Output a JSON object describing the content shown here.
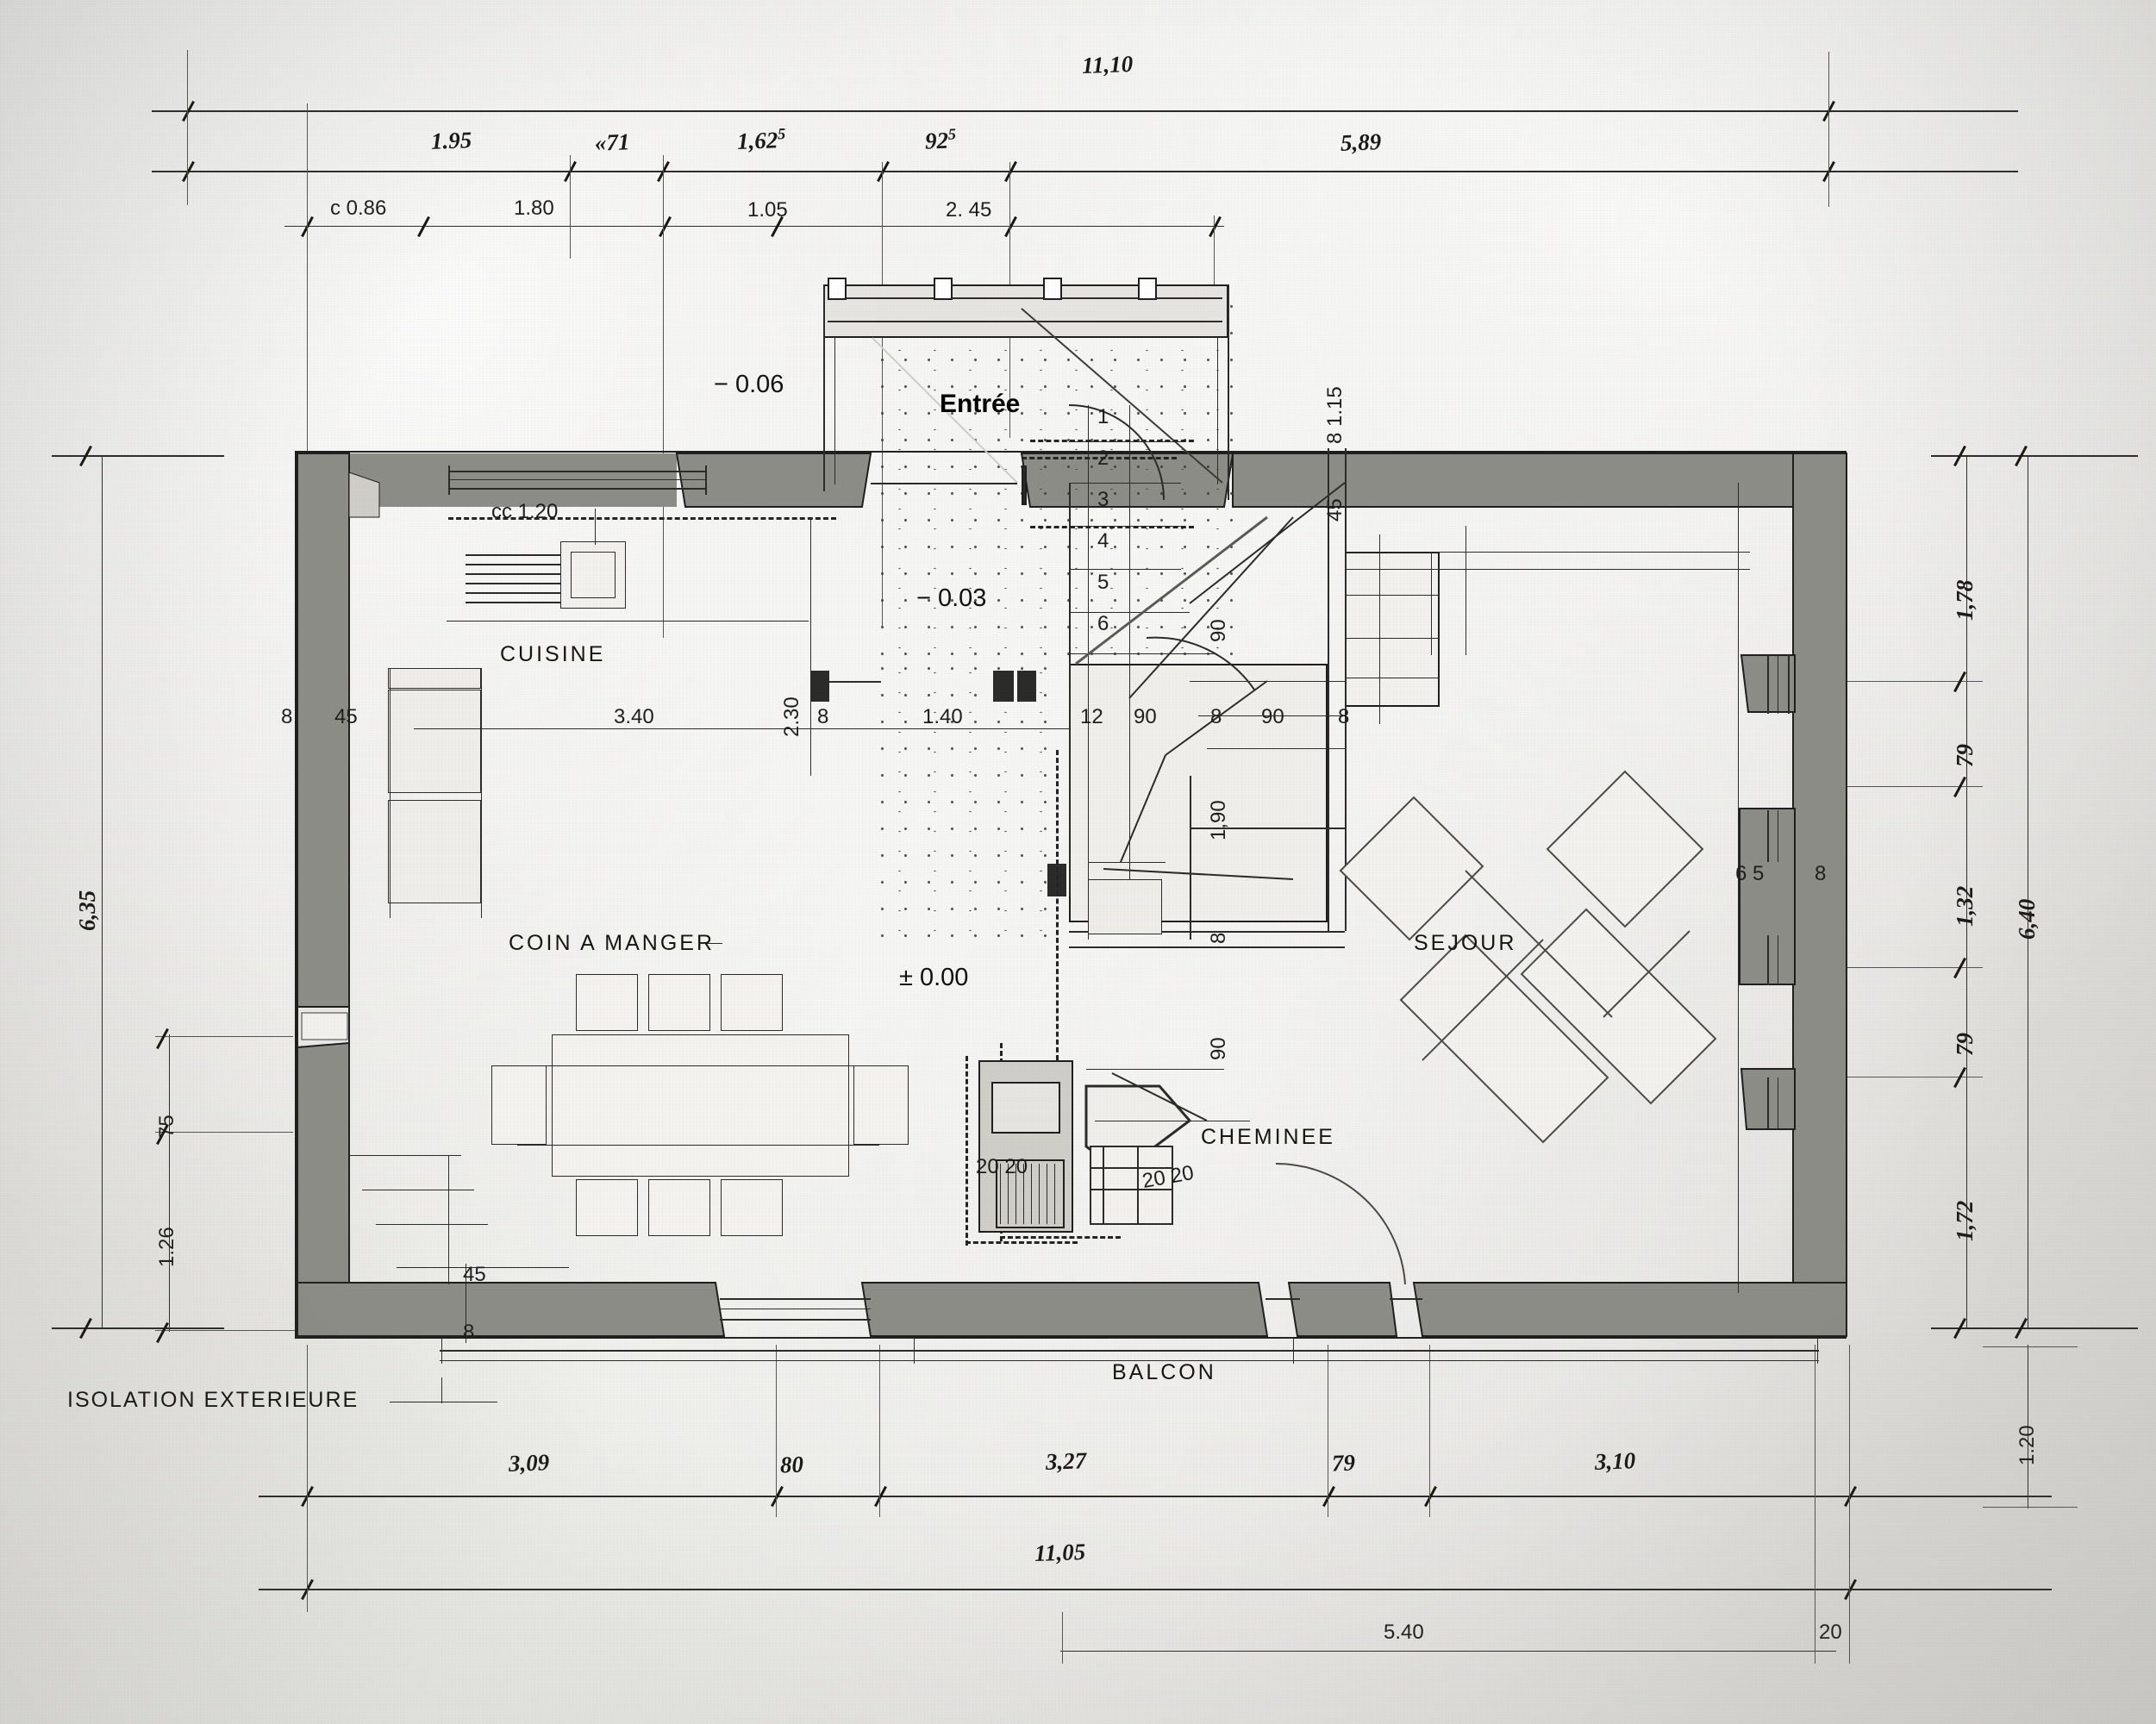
{
  "drawing": {
    "kind": "architectural-floor-plan",
    "language": "fr",
    "note_bottom_left": "ISOLATION EXTERIEURE"
  },
  "rooms": [
    {
      "id": "cuisine",
      "label": "CUISINE"
    },
    {
      "id": "coin-a-manger",
      "label": "COIN A MANGER"
    },
    {
      "id": "sejour",
      "label": "SEJOUR"
    },
    {
      "id": "entree",
      "label": "Entrée"
    },
    {
      "id": "cheminee",
      "label": "CHEMINEE"
    },
    {
      "id": "balcon",
      "label": "BALCON"
    }
  ],
  "levels": [
    {
      "id": "level-entree",
      "value": "− 0.06"
    },
    {
      "id": "level-hall",
      "value": "− 0.03"
    },
    {
      "id": "level-main",
      "value": "± 0.00"
    }
  ],
  "dimensions": {
    "top_overall": {
      "label": "11,10"
    },
    "top_row_2": [
      {
        "whole": "1.95",
        "sup": ""
      },
      {
        "whole": "«71",
        "sup": ""
      },
      {
        "whole": "1,62",
        "sup": "5"
      },
      {
        "whole": "92",
        "sup": "5"
      },
      {
        "whole": "5,89",
        "sup": ""
      }
    ],
    "top_row_3": [
      {
        "label": "c 0.86"
      },
      {
        "label": "1.80"
      },
      {
        "label": "1.05"
      },
      {
        "label": "2. 45"
      }
    ],
    "left": [
      {
        "label": "6,35"
      },
      {
        "label": "75"
      },
      {
        "label": "1.26"
      }
    ],
    "right": [
      {
        "label": "1,78"
      },
      {
        "label": "79"
      },
      {
        "label": "1,32"
      },
      {
        "label": "79"
      },
      {
        "label": "1,72"
      },
      {
        "label": "6,40"
      },
      {
        "label": "1.20"
      }
    ],
    "bottom_row_1": [
      {
        "label": "3,09"
      },
      {
        "label": "80"
      },
      {
        "label": "3,27"
      },
      {
        "label": "79"
      },
      {
        "label": "3,10"
      }
    ],
    "bottom_overall": {
      "label": "11,05"
    },
    "bottom_extra": [
      {
        "label": "5.40"
      },
      {
        "label": "20"
      }
    ]
  },
  "interior_annotations": [
    {
      "id": "cc-120",
      "label": "cc 1.20"
    },
    {
      "id": "wall-8-left",
      "label": "8"
    },
    {
      "id": "wall-45-left",
      "label": "45"
    },
    {
      "id": "kitchen-340",
      "label": "3.40"
    },
    {
      "id": "kitchen-230",
      "label": "2.30"
    },
    {
      "id": "hall-8a",
      "label": "8"
    },
    {
      "id": "hall-140",
      "label": "1.40"
    },
    {
      "id": "stair-12",
      "label": "12"
    },
    {
      "id": "stair-90a",
      "label": "90"
    },
    {
      "id": "stair-8b",
      "label": "8"
    },
    {
      "id": "stair-90b",
      "label": "90"
    },
    {
      "id": "stair-8c",
      "label": "8"
    },
    {
      "id": "right-8-115",
      "label": "8 1.15"
    },
    {
      "id": "right-45",
      "label": "45"
    },
    {
      "id": "vert-90a",
      "label": "90"
    },
    {
      "id": "vert-190",
      "label": "1,90"
    },
    {
      "id": "vert-8d",
      "label": "8"
    },
    {
      "id": "vert-90b",
      "label": "90"
    },
    {
      "id": "chim-2020a",
      "label": "20 20"
    },
    {
      "id": "chim-2020b",
      "label": "20 20"
    },
    {
      "id": "sej-65",
      "label": "6 5"
    },
    {
      "id": "sej-8",
      "label": "8"
    },
    {
      "id": "bot-45",
      "label": "45"
    },
    {
      "id": "bot-8",
      "label": "8"
    }
  ],
  "stair_steps": [
    "1",
    "2",
    "3",
    "4",
    "5",
    "6"
  ]
}
